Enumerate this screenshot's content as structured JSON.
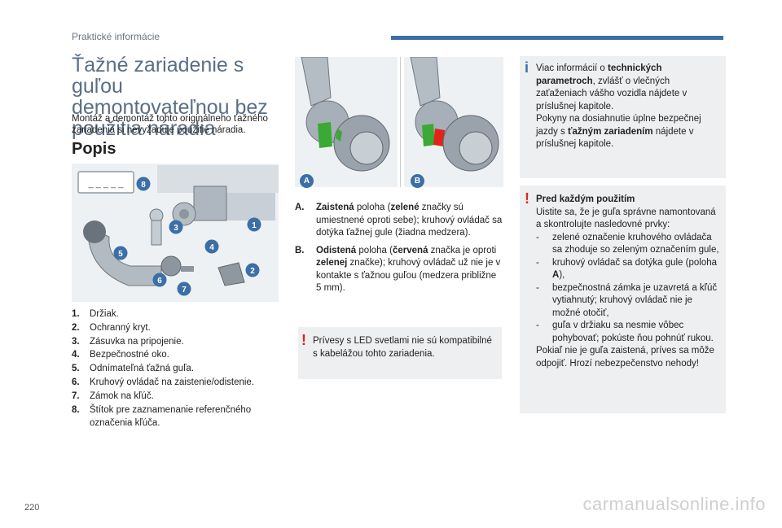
{
  "header": {
    "section": "Praktické informácie",
    "page_number": "220",
    "watermark": "carmanualsonline.info"
  },
  "title": "Ťažné zariadenie s guľou demontovateľnou bez použitia náradia",
  "intro": "Montáž a demontáž tohto originálneho ťažného zariadenia si nevyžaduje použitie náradia.",
  "subtitle": "Popis",
  "parts_image": {
    "key_label": "_ _ _ _ _",
    "callouts": [
      "8",
      "1",
      "3",
      "2",
      "4",
      "5",
      "6",
      "7"
    ]
  },
  "parts": [
    {
      "num": "1.",
      "text": "Držiak."
    },
    {
      "num": "2.",
      "text": "Ochranný kryt."
    },
    {
      "num": "3.",
      "text": "Zásuvka na pripojenie."
    },
    {
      "num": "4.",
      "text": "Bezpečnostné oko."
    },
    {
      "num": "5.",
      "text": "Odnímateľná ťažná guľa."
    },
    {
      "num": "6.",
      "text": "Kruhový ovládač na zaistenie/odistenie."
    },
    {
      "num": "7.",
      "text": "Zámok na kľúč."
    },
    {
      "num": "8.",
      "text": "Štítok pre zaznamenanie referenčného označenia kľúča."
    }
  ],
  "images": {
    "a_label": "A",
    "b_label": "B"
  },
  "positions": {
    "a_key": "A.",
    "a_bold": "Zaistená",
    "a_pre": " poloha (",
    "a_bold2": "zelené",
    "a_rest": " značky sú umiestnené oproti sebe); kruhový ovládač sa dotýka ťažnej gule (žiadna medzera).",
    "b_key": "B.",
    "b_bold": "Odistená",
    "b_pre": " poloha (",
    "b_bold2": "červená",
    "b_mid": " značka je oproti ",
    "b_bold3": "zelenej",
    "b_rest": " značke); kruhový ovládač už nie je v kontakte s ťažnou guľou (medzera približne 5 mm)."
  },
  "led_note": "Prívesy s LED svetlami nie sú kompatibilné s kabelážou tohto zariadenia.",
  "info_note": {
    "p1_pre": "Viac informácií o ",
    "p1_bold": "technických parametroch",
    "p1_rest": ", zvlášť o vlečných zaťaženiach vášho vozidla nájdete v príslušnej kapitole.",
    "p2_pre": "Pokyny na dosiahnutie úplne bezpečnej jazdy s ",
    "p2_bold": "ťažným zariadením",
    "p2_rest": " nájdete v príslušnej kapitole."
  },
  "warning": {
    "heading": "Pred každým použitím",
    "intro": "Uistite sa, že je guľa správne namontovaná a skontrolujte nasledovné prvky:",
    "items": [
      {
        "pre": "zelené označenie kruhového ovládača sa zhoduje so zeleným označením gule,",
        "bold": "",
        "post": ""
      },
      {
        "pre": "kruhový ovládač sa dotýka gule (poloha ",
        "bold": "A",
        "post": "),"
      },
      {
        "pre": "bezpečnostná zámka je uzavretá a kľúč vytiahnutý; kruhový ovládač nie je možné otočiť,",
        "bold": "",
        "post": ""
      },
      {
        "pre": "guľa v držiaku sa nesmie vôbec pohybovať; pokúste ňou pohnúť rukou.",
        "bold": "",
        "post": ""
      }
    ],
    "footer": "Pokiaľ nie je guľa zaistená, príves sa môže odpojiť. Hrozí nebezpečenstvo nehody!"
  },
  "colors": {
    "accent": "#3b6fa6",
    "title": "#5a6f86",
    "warning": "#e2231a",
    "green": "#3aa935",
    "box": "#eeeff1"
  }
}
